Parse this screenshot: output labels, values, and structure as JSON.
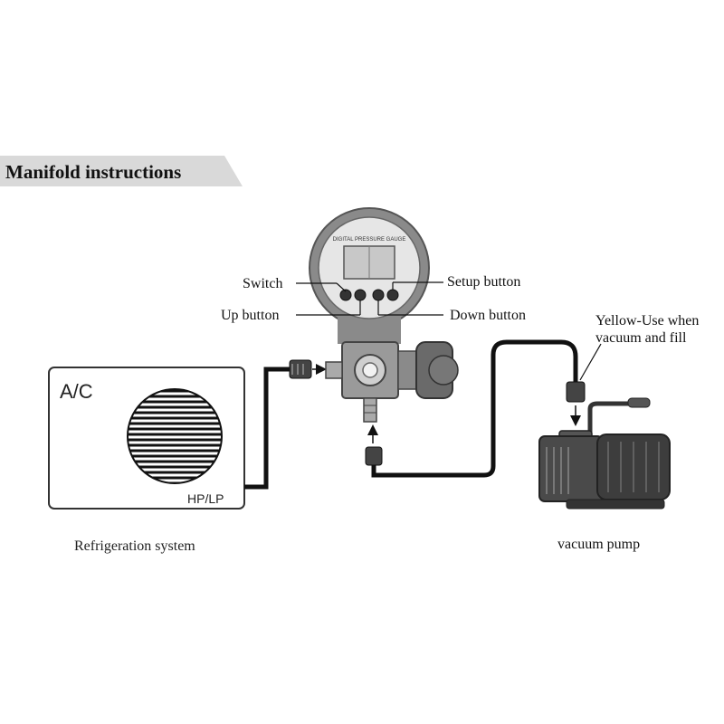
{
  "header": {
    "title": "Manifold instructions"
  },
  "ac_unit": {
    "name": "A/C",
    "port_label": "HP/LP",
    "caption": "Refrigeration system"
  },
  "gauge": {
    "dial_text": "DIGITAL PRESSURE GAUGE",
    "callouts": {
      "switch": "Switch",
      "setup": "Setup button",
      "up": "Up button",
      "down": "Down button"
    }
  },
  "hose": {
    "note_line1": "Yellow-Use when",
    "note_line2": "vacuum and fill"
  },
  "pump": {
    "caption": "vacuum pump"
  },
  "colors": {
    "ink": "#111111",
    "banner": "#d9d9d9",
    "gauge_body": "#8a8a8a",
    "gauge_face": "#e6e6e6"
  }
}
